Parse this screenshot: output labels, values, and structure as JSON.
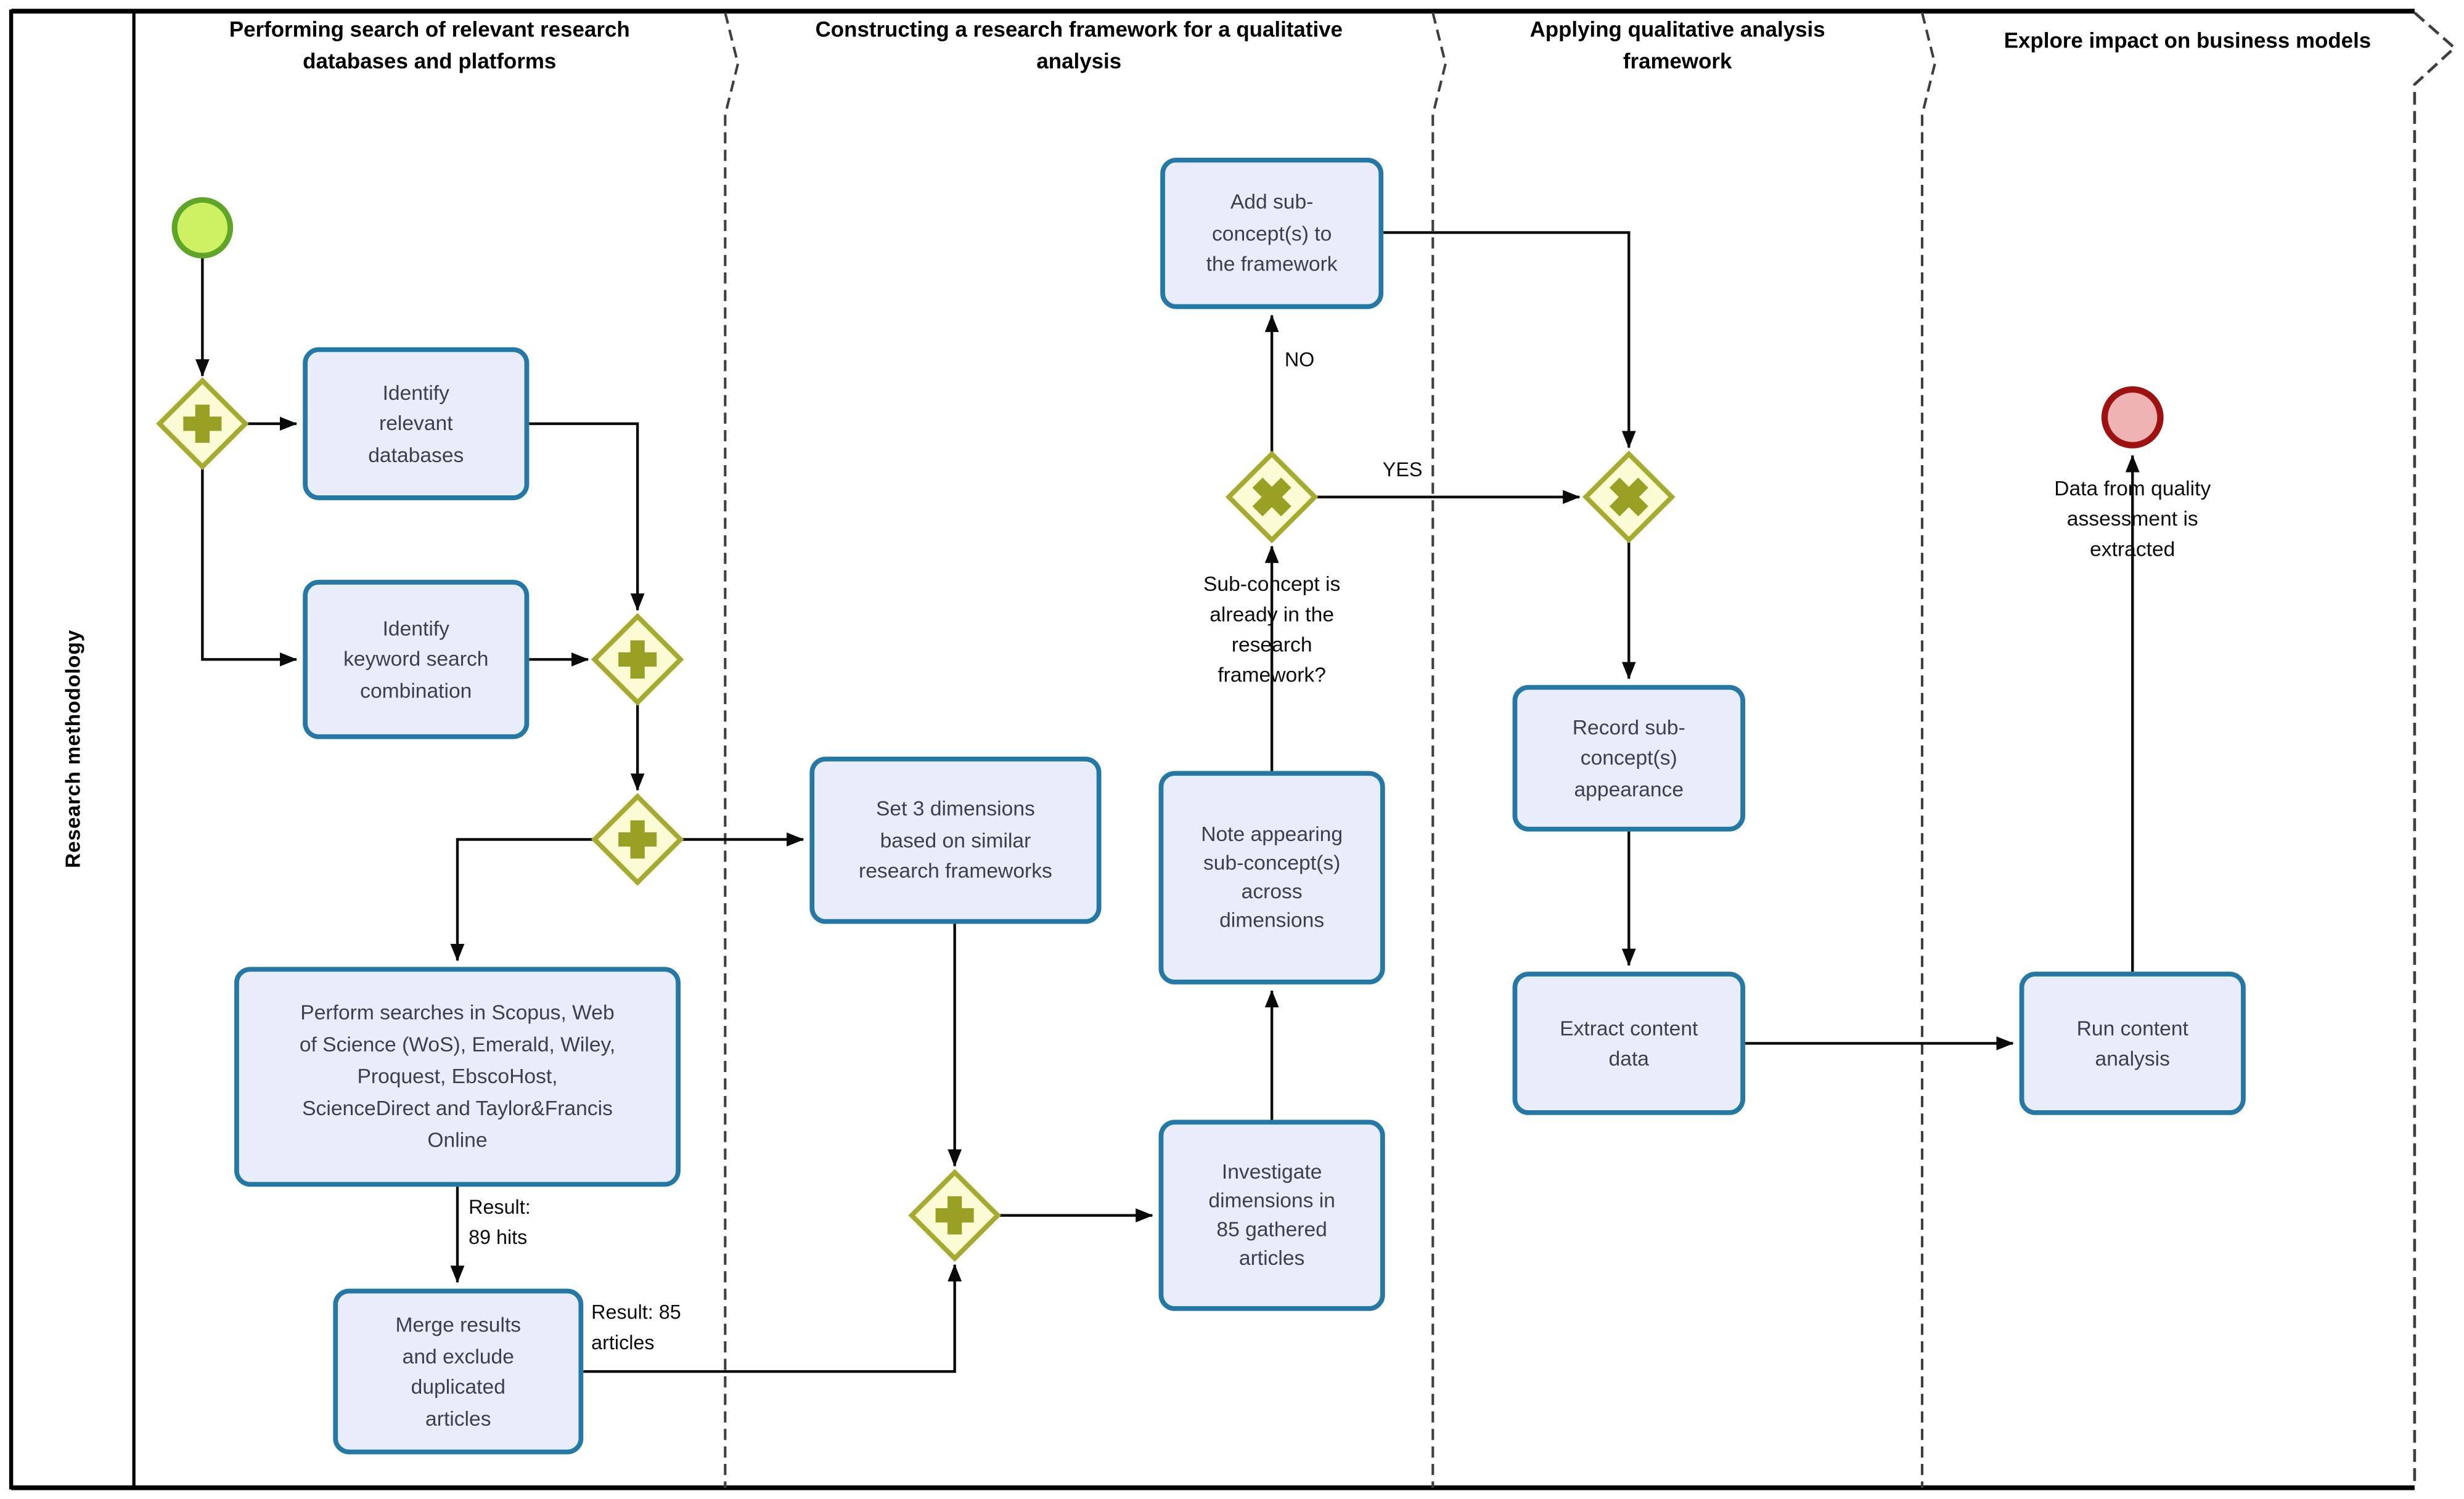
{
  "pool": {
    "lane_label": "Research methodology"
  },
  "phases": [
    {
      "label": "Performing search of relevant research\ndatabases and platforms"
    },
    {
      "label": "Constructing a research framework for a qualitative\nanalysis"
    },
    {
      "label": "Applying qualitative analysis\nframework"
    },
    {
      "label": "Explore impact on business models"
    }
  ],
  "tasks": {
    "identify_databases": {
      "label": "Identify\nrelevant\ndatabases"
    },
    "identify_keywords": {
      "label": "Identify\nkeyword search\ncombination"
    },
    "perform_searches": {
      "label": "Perform searches in  Scopus, Web\nof Science (WoS), Emerald, Wiley,\nProquest, EbscoHost,\nScienceDirect and Taylor&Francis\nOnline"
    },
    "merge_results": {
      "label": "Merge results\nand exclude\nduplicated\narticles"
    },
    "set_dimensions": {
      "label": "Set 3 dimensions\nbased on similar\nresearch frameworks"
    },
    "investigate_dimensions": {
      "label": "Investigate\ndimensions in\n85 gathered\narticles"
    },
    "note_subconcepts": {
      "label": "Note appearing\nsub-concept(s)\nacross\ndimensions"
    },
    "add_subconcepts": {
      "label": "Add sub-\nconcept(s) to\nthe framework"
    },
    "record_subconcepts": {
      "label": "Record sub-\nconcept(s)\nappearance"
    },
    "extract_content": {
      "label": "Extract content\ndata"
    },
    "run_content": {
      "label": "Run content\nanalysis"
    }
  },
  "edge_labels": {
    "result_89_hits": "Result:\n89 hits",
    "result_85_articles": "Result: 85\narticles",
    "no": "NO",
    "yes": "YES",
    "subconcept_question": "Sub-concept is\nalready in the\nresearch\nframework?",
    "data_quality": "Data from quality\nassessment is\nextracted"
  },
  "colors": {
    "task_fill": "#e9edfb",
    "task_border": "#2478a6",
    "gateway_fill": "#fbfbd6",
    "gateway_border": "#a6aa2e",
    "gateway_symbol": "#9aa023",
    "start_fill": "#cdf163",
    "start_border": "#5fa527",
    "end_fill": "#f0b3b3",
    "end_border": "#9e1111",
    "flow_line": "#0a0a0a",
    "divider": "#3f3f3f"
  }
}
